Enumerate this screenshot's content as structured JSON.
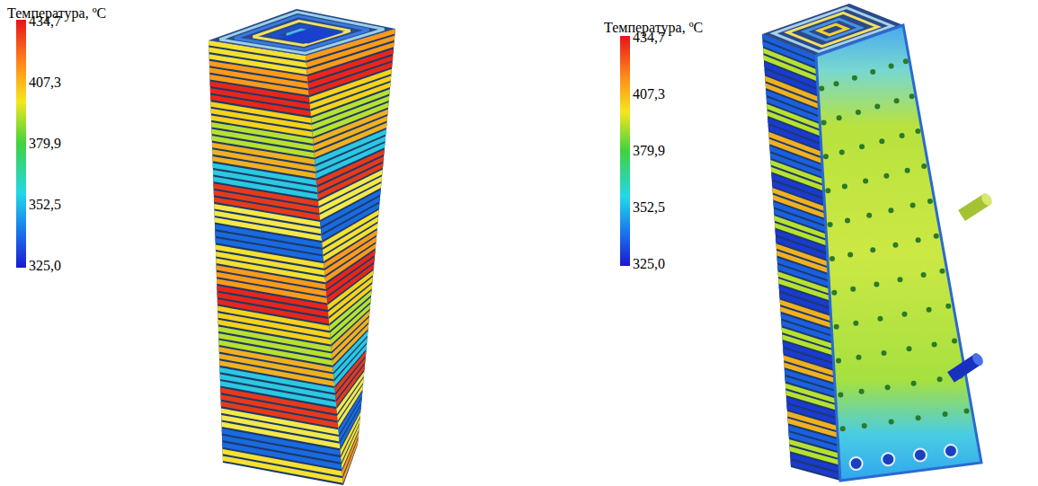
{
  "diagram": {
    "labels": [
      "Температура, ºC",
      "434,7",
      "407,3",
      "379,9",
      "352,5",
      "325,0",
      "Температура, ºC",
      "434,7",
      "407,3",
      "379,9",
      "352,5",
      "325,0"
    ]
  }
}
